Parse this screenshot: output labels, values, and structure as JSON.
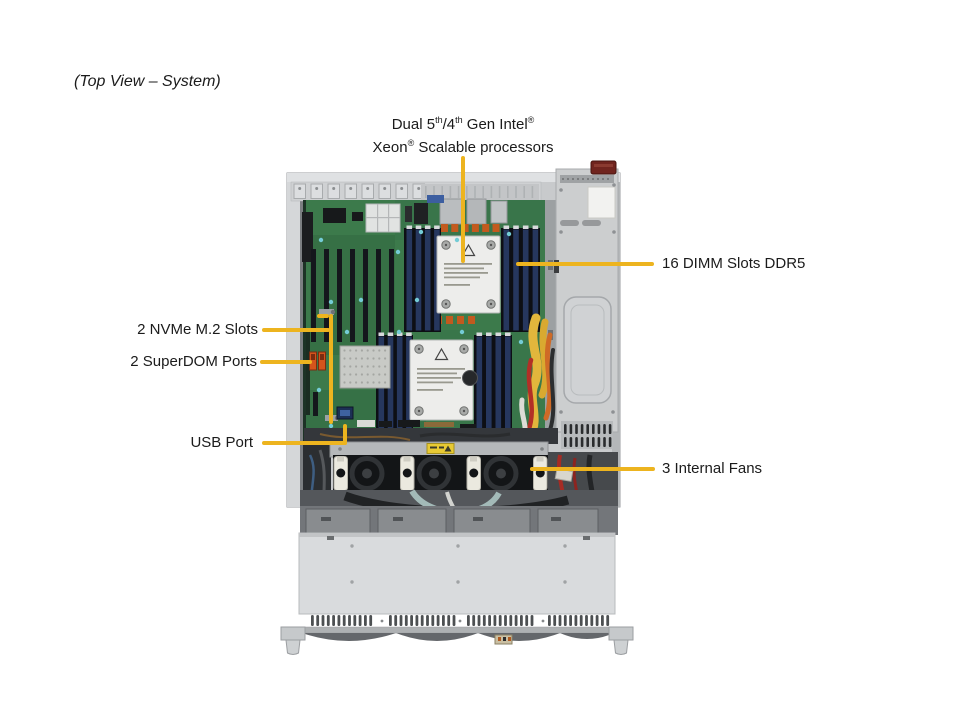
{
  "title": "(Top View – System)",
  "callout_color": "#EDB41F",
  "labels": {
    "processors": {
      "line1_parts": [
        "Dual 5",
        "th",
        "/4",
        "th",
        " Gen Intel",
        "®"
      ],
      "line2_parts": [
        "Xeon",
        "®",
        " Scalable processors"
      ]
    },
    "dimm": "16 DIMM Slots DDR5",
    "nvme": "2 NVMe M.2 Slots",
    "superdom": "2 SuperDOM Ports",
    "usb": "USB Port",
    "fans": "3 Internal Fans"
  },
  "palette": {
    "chassis": "#C8CACC",
    "motherboard": "#3C7A4B",
    "dimm_slot": "#26375E",
    "fan": "#131517",
    "psu_handle": "#70241E",
    "superdom_orange": "#D4541C",
    "cable_yellow": "#E2B63C",
    "cable_orange": "#CF6A26",
    "cable_red": "#B23026"
  }
}
